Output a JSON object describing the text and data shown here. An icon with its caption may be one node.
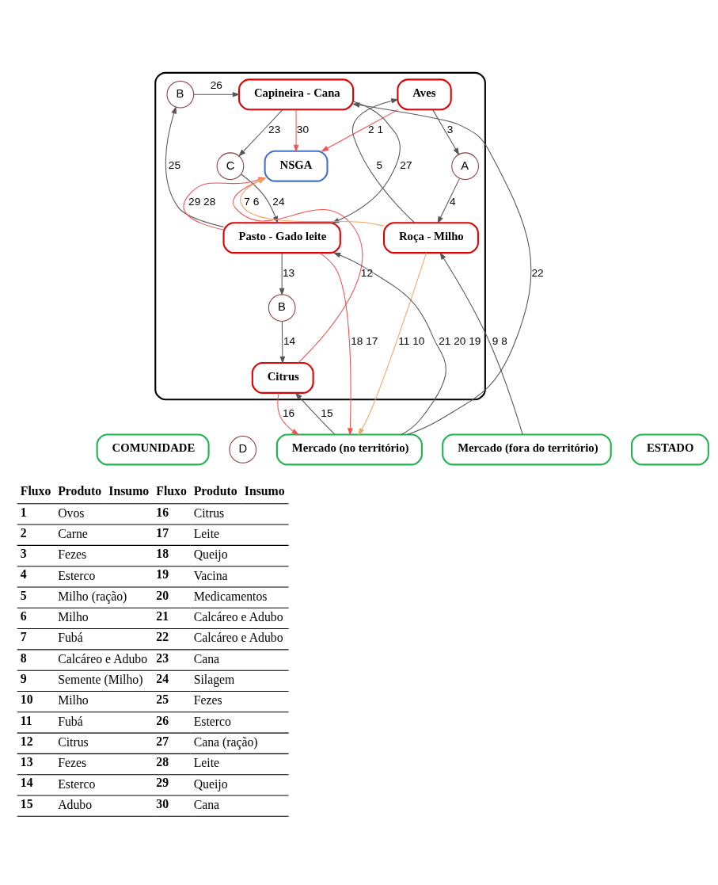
{
  "diagram": {
    "nodes": [
      {
        "text": [],
        "shape": "box"
      },
      {
        "text": [
          "Capineira - Cana"
        ],
        "in": 0
      },
      {
        "text": [
          "Aves"
        ],
        "in": 0
      },
      {
        "text": [
          "C"
        ],
        "in": 0
      },
      {
        "text": [
          "B"
        ],
        "in": 0
      },
      {
        "text": [
          "NSGA"
        ],
        "in": 0
      },
      {
        "text": [
          "A"
        ],
        "in": 0
      },
      {
        "text": [
          "Pasto - Gado leite"
        ],
        "in": 0
      },
      {
        "text": [
          "B"
        ],
        "in": 0
      },
      {
        "text": [
          "Citrus"
        ],
        "in": 0
      },
      {
        "text": [
          "Roça - Milho"
        ],
        "in": 0
      },
      {
        "text": [
          "COMUNIDADE"
        ]
      },
      {
        "text": [
          "D"
        ]
      },
      {
        "text": [
          "ESTADO"
        ]
      },
      {
        "text": [
          "Mercado (no território)"
        ]
      },
      {
        "text": [
          "Mercado (fora do território)"
        ]
      }
    ],
    "edges": [
      {
        "from": 1,
        "to": 5,
        "arrow": "to",
        "label": "30",
        "color": "#f05050"
      },
      {
        "from": 2,
        "to": 5,
        "arrow": "to",
        "label": "2 1",
        "color": "#f05050"
      },
      {
        "from": 2,
        "to": 6,
        "arrow": "to",
        "label": "3"
      },
      {
        "from": 6,
        "to": 10,
        "arrow": "to",
        "label": "4"
      },
      {
        "from": 10,
        "to": 2,
        "arrow": "to",
        "label": "5"
      },
      {
        "from": 10,
        "to": 5,
        "arrow": "to",
        "label": "7 6",
        "color": "#f4a460"
      },
      {
        "from": 1,
        "to": 3,
        "arrow": "to",
        "label": "23"
      },
      {
        "from": 3,
        "to": 7,
        "arrow": "to",
        "label": "24"
      },
      {
        "from": 7,
        "to": 4,
        "arrow": "to",
        "label": "25"
      },
      {
        "from": 4,
        "to": 1,
        "arrow": "to",
        "label": "26"
      },
      {
        "from": 1,
        "to": 7,
        "arrow": "to",
        "label": "27"
      },
      {
        "from": 7,
        "to": 5,
        "arrow": "to",
        "label": "29 28",
        "color": "#f05050"
      },
      {
        "from": 7,
        "to": 8,
        "arrow": "to",
        "label": "13"
      },
      {
        "from": 8,
        "to": 9,
        "arrow": "to",
        "label": "14"
      },
      {
        "from": 9,
        "to": 5,
        "arrow": "to",
        "label": "12",
        "color": "#f05050"
      },
      {
        "from": 14,
        "to": 1,
        "arrow": "to",
        "label": "22"
      },
      {
        "from": 14,
        "to": 7,
        "arrow": "to",
        "label": "21 20 19"
      },
      {
        "from": 7,
        "to": 14,
        "arrow": "to",
        "label": "18 17",
        "color": "#f05050"
      },
      {
        "from": 9,
        "to": 14,
        "arrow": "to",
        "label": "16",
        "color": "#f05050"
      },
      {
        "from": 14,
        "to": 9,
        "arrow": "to",
        "label": "15"
      },
      {
        "from": 10,
        "to": 14,
        "arrow": "to",
        "label": "11 10",
        "color": "#f4a460"
      },
      {
        "from": 15,
        "to": 10,
        "arrow": "to",
        "label": "9 8"
      }
    ],
    "labels": [
      "Fluxo",
      "Produto",
      "Insumo",
      "Fluxo",
      "Produto",
      "Insumo",
      "1",
      "Ovos",
      "16",
      "Citrus",
      "2",
      "Carne",
      "17",
      "Leite",
      "3",
      "Fezes",
      "18",
      "Queijo",
      "4",
      "Esterco",
      "19",
      "Vacina",
      "5",
      "Milho (ração)",
      "20",
      "Medicamentos",
      "6",
      "Milho",
      "21",
      "Calcáreo e Adubo",
      "7",
      "Fubá",
      "22",
      "Calcáreo e Adubo",
      "8",
      "Calcáreo e Adubo",
      "23",
      "Cana",
      "9",
      "Semente (Milho)",
      "24",
      "Silagem",
      "10",
      "Milho",
      "25",
      "Fezes",
      "11",
      "Fubá",
      "26",
      "Esterco",
      "12",
      "Citrus",
      "27",
      "Cana (ração)",
      "13",
      "Fezes",
      "28",
      "Leite",
      "14",
      "Esterco",
      "29",
      "Queijo",
      "15",
      "Adubo",
      "30",
      "Cana"
    ]
  }
}
